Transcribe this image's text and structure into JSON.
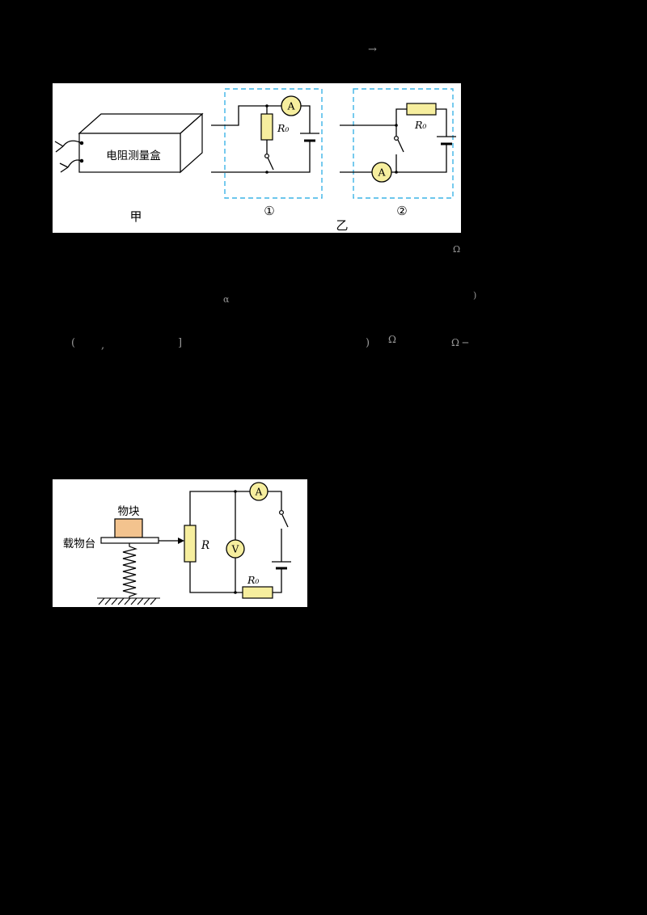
{
  "figure_top": {
    "box_label": "电阻测量盒",
    "caption_jia": "甲",
    "caption_c1": "①",
    "caption_c2": "②",
    "caption_yi": "乙",
    "ammeter": "A",
    "r0": "R₀"
  },
  "figure_bottom": {
    "block": "物块",
    "platform": "载物台",
    "r": "R",
    "r0": "R₀",
    "ammeter": "A",
    "voltmeter": "V"
  },
  "colors": {
    "resistor_fill": "#f6ee9e",
    "meter_fill": "#f6ee9e",
    "dashed_border": "#3cb4e6",
    "block_fill": "#f3c38e"
  },
  "fragments": [
    "→",
    "Ω",
    ")",
    "α",
    "(",
    ",",
    "]",
    ")",
    "Ω",
    "Ω ─"
  ]
}
